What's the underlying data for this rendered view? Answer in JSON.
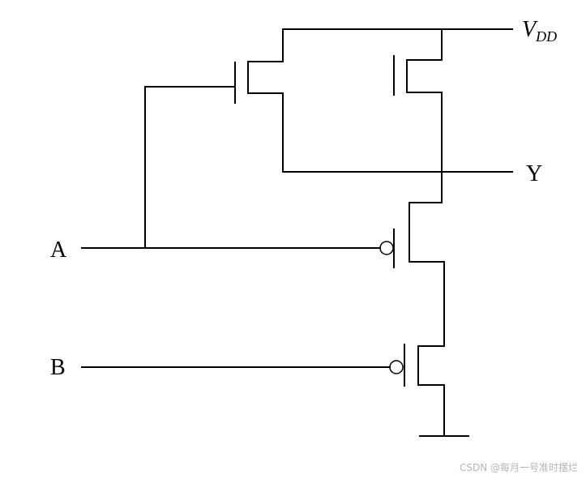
{
  "labels": {
    "vdd_main": "V",
    "vdd_sub": "DD",
    "output": "Y",
    "input_a": "A",
    "input_b": "B"
  },
  "watermark": "CSDN @每月一号准时摆烂",
  "colors": {
    "wire": "#000000",
    "background": "#ffffff",
    "watermark": "#b5b5b5"
  }
}
